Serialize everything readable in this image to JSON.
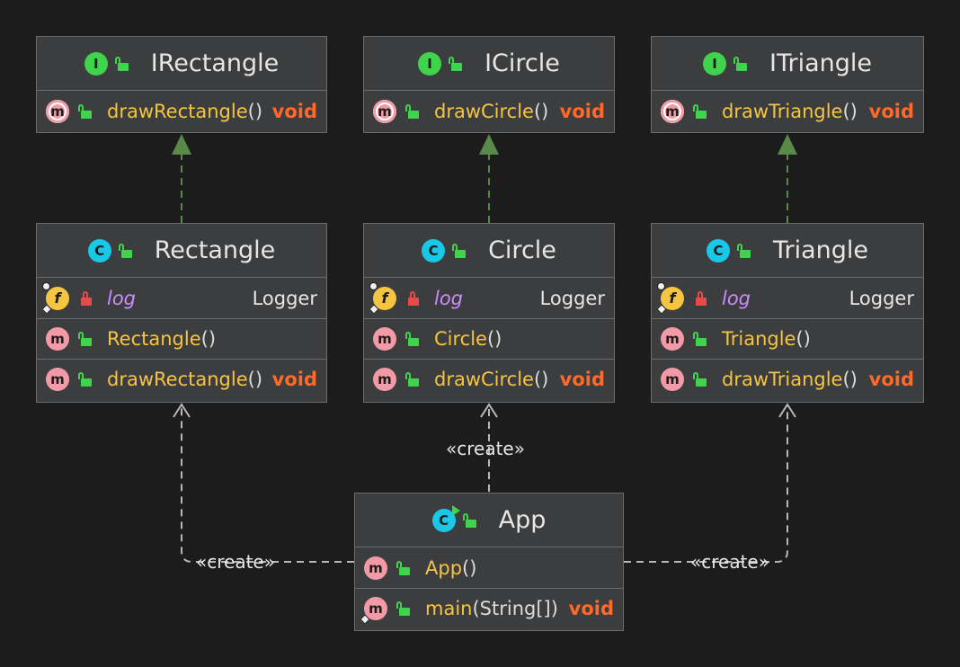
{
  "interfaces": {
    "irectangle": {
      "title": "IRectangle",
      "kind_icon": "interface-icon",
      "methods": [
        {
          "name": "drawRectangle",
          "params": "()",
          "returns": "void"
        }
      ]
    },
    "icircle": {
      "title": "ICircle",
      "kind_icon": "interface-icon",
      "methods": [
        {
          "name": "drawCircle",
          "params": "()",
          "returns": "void"
        }
      ]
    },
    "itriangle": {
      "title": "ITriangle",
      "kind_icon": "interface-icon",
      "methods": [
        {
          "name": "drawTriangle",
          "params": "()",
          "returns": "void"
        }
      ]
    }
  },
  "classes": {
    "rectangle": {
      "title": "Rectangle",
      "field": {
        "name": "log",
        "type": "Logger"
      },
      "constructor": {
        "name": "Rectangle",
        "params": "()"
      },
      "method": {
        "name": "drawRectangle",
        "params": "()",
        "returns": "void"
      }
    },
    "circle": {
      "title": "Circle",
      "field": {
        "name": "log",
        "type": "Logger"
      },
      "constructor": {
        "name": "Circle",
        "params": "()"
      },
      "method": {
        "name": "drawCircle",
        "params": "()",
        "returns": "void"
      }
    },
    "triangle": {
      "title": "Triangle",
      "field": {
        "name": "log",
        "type": "Logger"
      },
      "constructor": {
        "name": "Triangle",
        "params": "()"
      },
      "method": {
        "name": "drawTriangle",
        "params": "()",
        "returns": "void"
      }
    },
    "app": {
      "title": "App",
      "constructor": {
        "name": "App",
        "params": "()"
      },
      "method": {
        "name": "main",
        "params": "(String[])",
        "returns": "void"
      }
    }
  },
  "badges": {
    "interface": "I",
    "class": "C",
    "method": "m",
    "field": "f"
  },
  "relations": {
    "create_label": "«create»",
    "implements": [
      {
        "from": "Rectangle",
        "to": "IRectangle"
      },
      {
        "from": "Circle",
        "to": "ICircle"
      },
      {
        "from": "Triangle",
        "to": "ITriangle"
      }
    ],
    "dependencies": [
      {
        "from": "App",
        "to": "Circle",
        "label": "«create»"
      },
      {
        "from": "App",
        "to": "Rectangle",
        "label": "«create»"
      },
      {
        "from": "App",
        "to": "Triangle",
        "label": "«create»"
      }
    ]
  },
  "colors": {
    "background": "#1c1c1d",
    "node_fill": "#3c3d3f",
    "node_border": "#6a6b6d",
    "implements_edge": "#5a8a4a",
    "dependency_edge": "#b8b8b8",
    "method_name": "#f5c542",
    "return_type": "#ff6a2a",
    "field_name": "#cc8cff",
    "interface_badge": "#3fd44b",
    "class_badge": "#19c8e6",
    "method_badge": "#f29aa6",
    "field_badge": "#f5c542",
    "public_lock": "#3fd44b",
    "private_lock": "#e64a4a"
  }
}
